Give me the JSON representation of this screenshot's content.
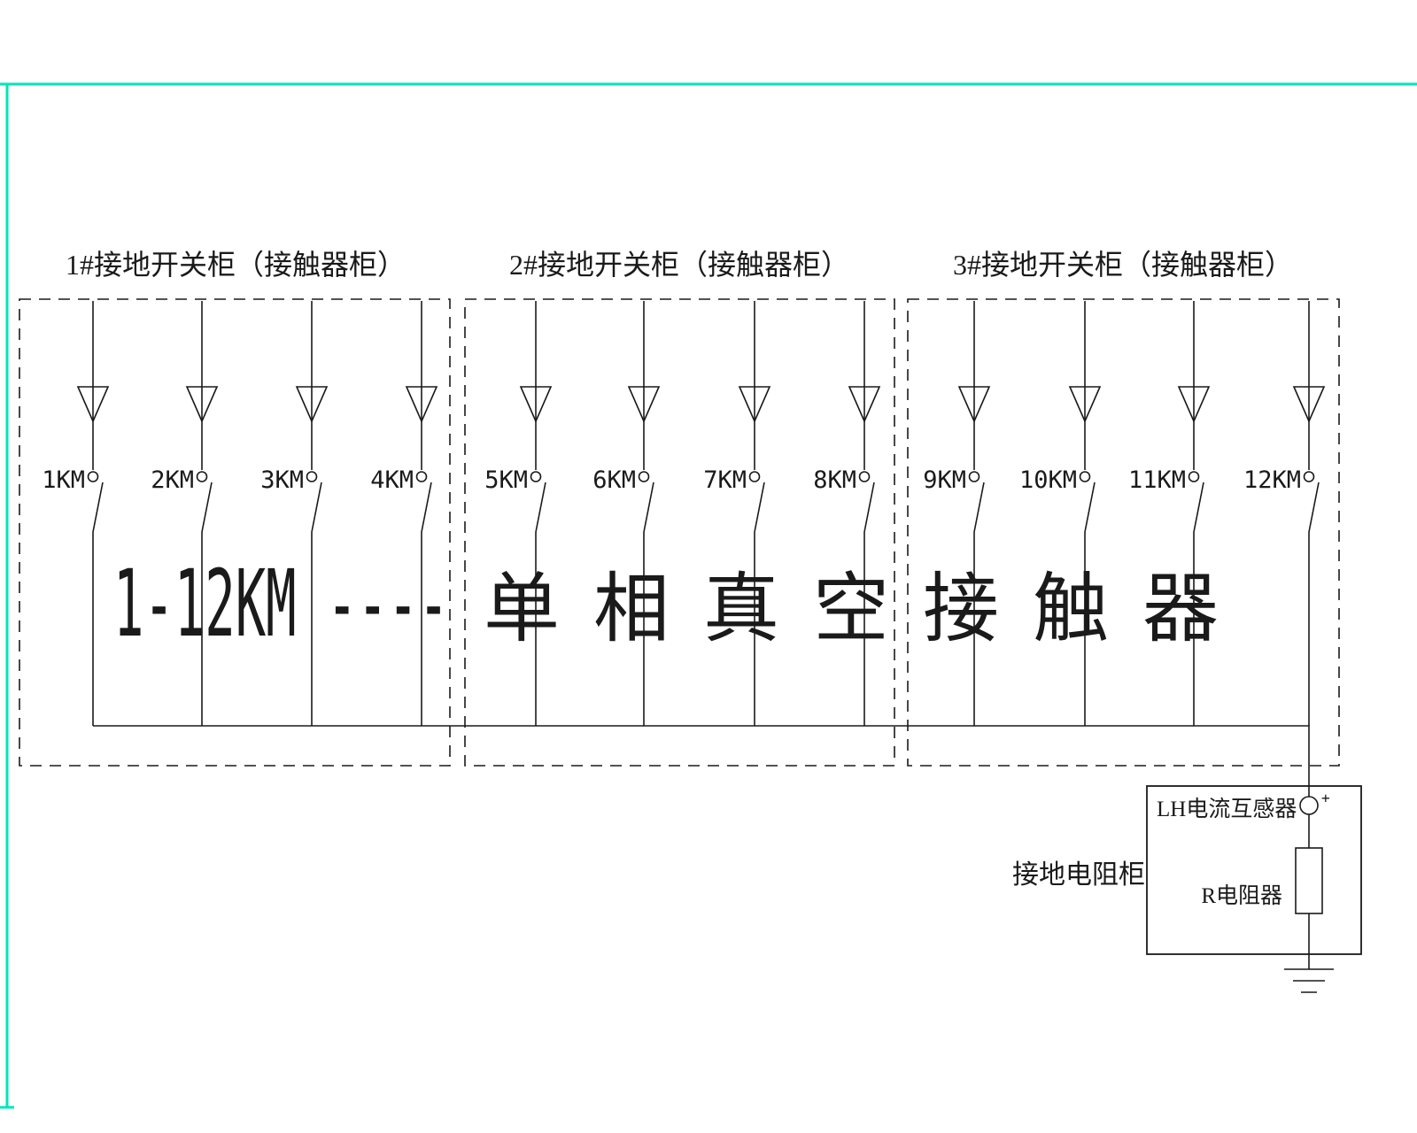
{
  "colors": {
    "sheet_border": "#00E6B8",
    "line": "#1a1a1a",
    "background": "#ffffff"
  },
  "cabinets": [
    {
      "title": "1#接地开关柜（接触器柜）",
      "branches": [
        {
          "label": "1KM"
        },
        {
          "label": "2KM"
        },
        {
          "label": "3KM"
        },
        {
          "label": "4KM"
        }
      ]
    },
    {
      "title": "2#接地开关柜（接触器柜）",
      "branches": [
        {
          "label": "5KM"
        },
        {
          "label": "6KM"
        },
        {
          "label": "7KM"
        },
        {
          "label": "8KM"
        }
      ]
    },
    {
      "title": "3#接地开关柜（接触器柜）",
      "branches": [
        {
          "label": "9KM"
        },
        {
          "label": "10KM"
        },
        {
          "label": "11KM"
        },
        {
          "label": "12KM"
        }
      ]
    }
  ],
  "annotation": {
    "label": "1-12KM ----",
    "description": "单相真空接触器"
  },
  "grounding_cabinet": {
    "label": "接地电阻柜",
    "transformer_label": "LH电流互感器",
    "transformer_mark": "+",
    "resistor_label": "R电阻器"
  }
}
